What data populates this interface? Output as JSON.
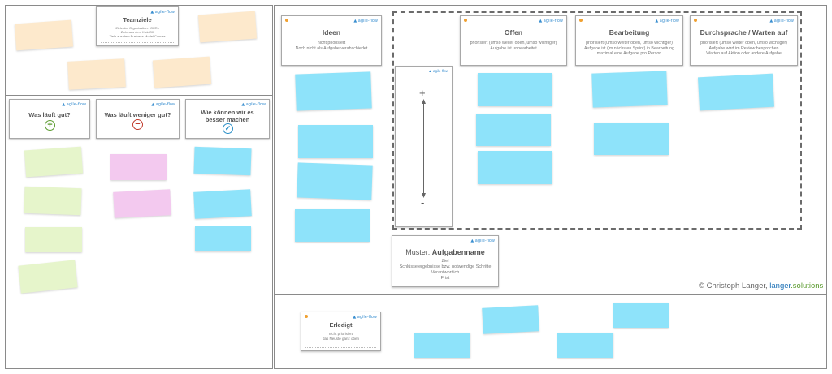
{
  "colors": {
    "peach_note": "#fde9cc",
    "green_note": "#e6f5cb",
    "pink_note": "#f3c9ef",
    "blue_note": "#8ee3fa",
    "brand_blue": "#1a6fb5",
    "brand_green": "#5a9a2e",
    "plus_green": "#5a9a2e",
    "minus_red": "#c0392b",
    "check_blue": "#2a8fc7"
  },
  "logo_text": "▲ agile-flow",
  "teamziele": {
    "title": "Teamziele",
    "lines": [
      "Ziele der Organisation / OKRs",
      "Ziele aus dem Kick-Off",
      "Ziele aus dem Business Model Canvas"
    ]
  },
  "retro": {
    "good": {
      "title": "Was läuft gut?",
      "icon": "plus-icon",
      "glyph": "+"
    },
    "bad": {
      "title": "Was läuft weniger gut?",
      "icon": "minus-icon",
      "glyph": "−"
    },
    "better": {
      "title": "Wie können wir es besser machen",
      "icon": "check-icon",
      "glyph": "✓"
    }
  },
  "columns": {
    "ideen": {
      "title": "Ideen",
      "lines": [
        "nicht priorisiert",
        "Noch nicht als Aufgabe verabschiedet"
      ]
    },
    "offen": {
      "title": "Offen",
      "lines": [
        "priorisiert  (umso weiter oben, umso wichtiger)",
        "Aufgabe ist unbearbeitet"
      ]
    },
    "bearbeitung": {
      "title": "Bearbeitung",
      "lines": [
        "priorisiert  (umso weiter oben, umso wichtiger)",
        "Aufgabe ist (im nächsten Sprint) in Bearbeitung",
        "maximal eine Aufgabe pro Person"
      ]
    },
    "durchsprache": {
      "title": "Durchsprache / Warten auf",
      "lines": [
        "priorisiert  (umso weiter oben, umso wichtiger)",
        "Aufgabe wird im Review besprochen",
        "Warten auf Aktion oder andere Aufgabe"
      ]
    },
    "erledigt": {
      "title": "Erledigt",
      "lines": [
        "nicht priorisiert",
        "das Neuste ganz oben"
      ]
    }
  },
  "priority_scale": {
    "plus": "+",
    "minus": "-"
  },
  "muster": {
    "prefix": "Muster: ",
    "title": "Aufgabenname",
    "lines": [
      "Ziel",
      "Schlüsselergebnisse bzw. notwendige Schritte",
      "Verantwortlich",
      "Frist"
    ]
  },
  "copyright": {
    "text": "© Christoph Langer, ",
    "brand1": "langer",
    "brand2": ".solutions"
  }
}
